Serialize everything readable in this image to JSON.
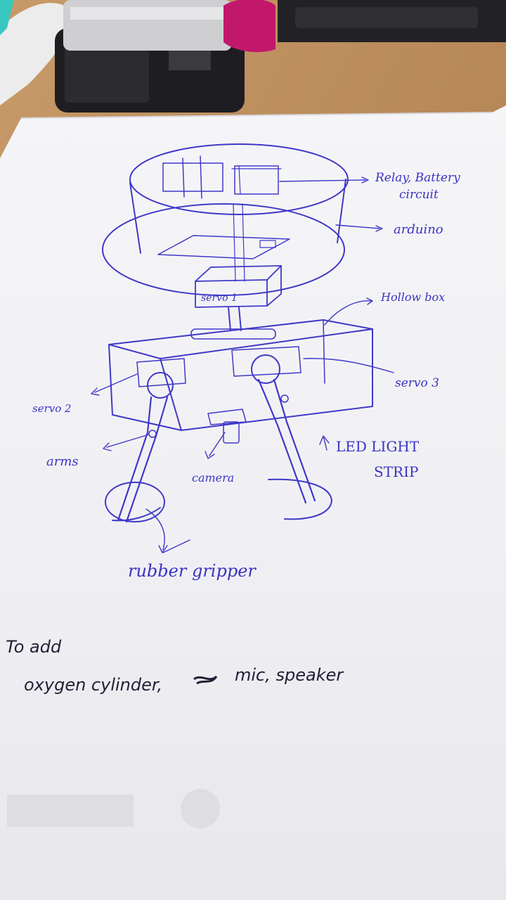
{
  "labels": {
    "relay_battery_line1": "Relay, Battery",
    "relay_battery_line2": "circuit",
    "arduino": "arduino",
    "servo1": "servo 1",
    "hollow_box": "Hollow box",
    "servo3": "servo 3",
    "servo2": "servo 2",
    "arms": "arms",
    "camera": "camera",
    "led_line1": "LED LIGHT",
    "led_line2": "STRIP",
    "rubber_gripper": "rubber gripper"
  },
  "notes": {
    "line1": "To add",
    "line2": "oxygen cylinder,",
    "line3": "mic, speaker"
  },
  "colors": {
    "ink": "#3f38c8",
    "pencil": "#1f1f35",
    "paper": "#f3f3f6",
    "desk": "#b98a5a"
  }
}
